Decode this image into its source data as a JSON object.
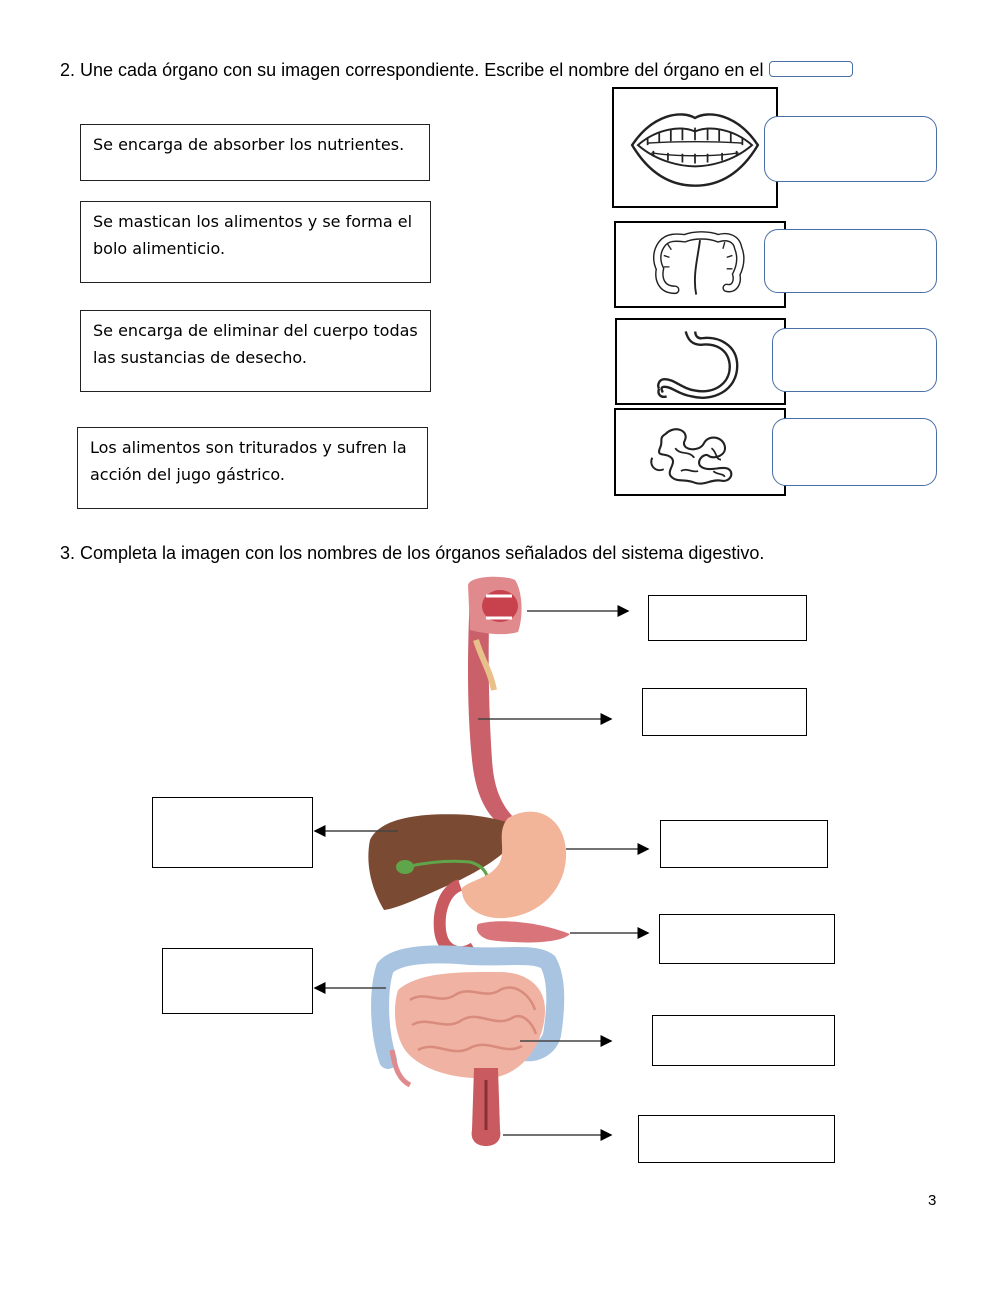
{
  "exercise2": {
    "title": "2. Une cada órgano con su imagen correspondiente. Escribe el nombre del órgano en el",
    "descriptions": [
      "Se encarga de absorber los nutrientes.",
      "Se mastican los alimentos y se forma el bolo alimenticio.",
      "Se encarga de eliminar del cuerpo todas las sustancias de desecho.",
      "Los alimentos son triturados y sufren la acción del jugo gástrico."
    ],
    "images": [
      "mouth-icon",
      "large-intestine-icon",
      "stomach-icon",
      "small-intestine-icon"
    ]
  },
  "exercise3": {
    "title": "3. Completa la imagen con los nombres de los órganos señalados del sistema digestivo.",
    "colors": {
      "esophagus": "#c9606a",
      "liver": "#7a4a32",
      "stomach": "#f2b59a",
      "pancreas": "#d9747a",
      "gallbladder": "#5fa64a",
      "large_intestine": "#a9c4e0",
      "small_intestine": "#f0b2a2",
      "rectum": "#c85a60"
    }
  },
  "page": {
    "number": "3"
  }
}
